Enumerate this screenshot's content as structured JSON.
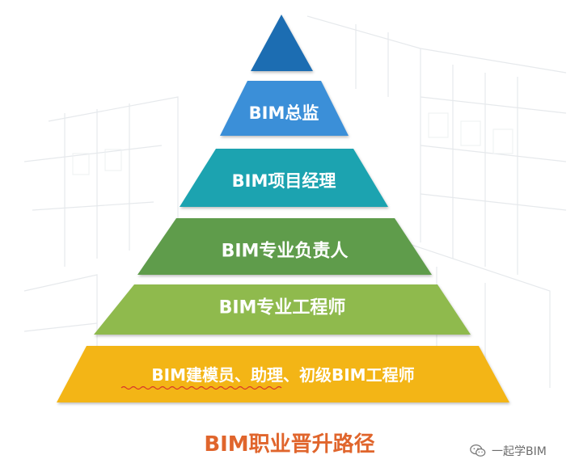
{
  "diagram": {
    "tiers": [
      {
        "label": "",
        "color": "#1f6db2"
      },
      {
        "label": "BIM总监",
        "color": "#3a8fd8"
      },
      {
        "label": "BIM项目经理",
        "color": "#1aa3b0"
      },
      {
        "label": "BIM专业负责人",
        "color": "#5e9c4c"
      },
      {
        "label": "BIM专业工程师",
        "color": "#8fba4e"
      },
      {
        "label": "BIM建模员、助理、初级BIM工程师",
        "color": "#f3b516"
      }
    ],
    "caption": "BIM职业晋升路径",
    "caption_color": "#e0652c"
  },
  "watermark": {
    "text": "一起学BIM",
    "icon": "wechat-icon"
  }
}
